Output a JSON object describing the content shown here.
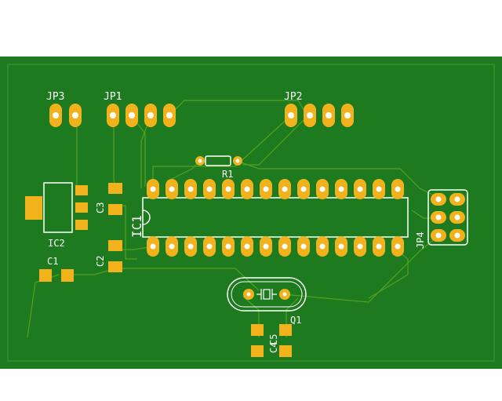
{
  "colors": {
    "background": "#ffffff",
    "board": "#1e7a1e",
    "trace": "#53a023",
    "pad": "#f2b21c",
    "hole": "#ffffff",
    "silkscreen": "#ffffff"
  },
  "labels": {
    "jp3": "JP3",
    "jp1": "JP1",
    "jp2": "JP2",
    "jp4": "JP4",
    "r1": "R1",
    "ic1": "IC1",
    "ic2": "IC2",
    "c1": "C1",
    "c2": "C2",
    "c3": "C3",
    "c4": "C4",
    "c5": "C5",
    "q1": "Q1"
  }
}
